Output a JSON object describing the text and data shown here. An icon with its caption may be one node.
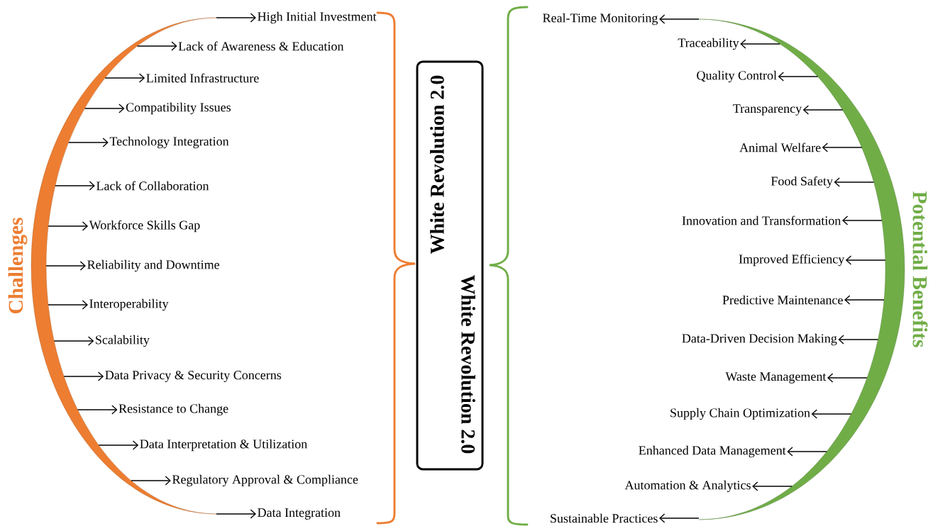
{
  "diagram": {
    "nodes": [
      {
        "text": [
          "Challenges"
        ]
      },
      {
        "text": [
          "High Initial Investment"
        ]
      },
      {
        "text": [
          "Lack of Awareness & Education"
        ]
      },
      {
        "text": [
          "Limited Infrastructure"
        ]
      },
      {
        "text": [
          "Compatibility Issues"
        ]
      },
      {
        "text": [
          "Technology Integration"
        ]
      },
      {
        "text": [
          "Lack of Collaboration"
        ]
      },
      {
        "text": [
          "Workforce Skills Gap"
        ]
      },
      {
        "text": [
          "Reliability and Downtime"
        ]
      },
      {
        "text": [
          "Interoperability"
        ]
      },
      {
        "text": [
          "Scalability"
        ]
      },
      {
        "text": [
          "Data Privacy & Security Concerns"
        ]
      },
      {
        "text": [
          "Resistance to Change"
        ]
      },
      {
        "text": [
          "Data Interpretation & Utilization"
        ]
      },
      {
        "text": [
          "Regulatory Approval & Compliance"
        ]
      },
      {
        "text": [
          "Data Integration"
        ]
      },
      {
        "text": [
          "White Revolution 2.0",
          "White Revolution 2.0"
        ]
      },
      {
        "text": [
          "Potential Benefits"
        ]
      },
      {
        "text": [
          "Real-Time Monitoring"
        ]
      },
      {
        "text": [
          "Traceability"
        ]
      },
      {
        "text": [
          "Quality Control"
        ]
      },
      {
        "text": [
          "Transparency"
        ]
      },
      {
        "text": [
          "Animal Welfare"
        ]
      },
      {
        "text": [
          "Food Safety"
        ]
      },
      {
        "text": [
          "Innovation and Transformation"
        ]
      },
      {
        "text": [
          "Improved Efficiency"
        ]
      },
      {
        "text": [
          "Predictive Maintenance"
        ]
      },
      {
        "text": [
          "Data-Driven Decision Making"
        ]
      },
      {
        "text": [
          "Waste Management"
        ]
      },
      {
        "text": [
          "Supply Chain Optimization"
        ]
      },
      {
        "text": [
          "Enhanced Data Management"
        ]
      },
      {
        "text": [
          "Automation & Analytics"
        ]
      },
      {
        "text": [
          "Sustainable Practices"
        ]
      }
    ],
    "edges": [
      {
        "from": 0,
        "to": 1,
        "arrow": "to"
      },
      {
        "from": 0,
        "to": 2,
        "arrow": "to"
      },
      {
        "from": 0,
        "to": 3,
        "arrow": "to"
      },
      {
        "from": 0,
        "to": 4,
        "arrow": "to"
      },
      {
        "from": 0,
        "to": 5,
        "arrow": "to"
      },
      {
        "from": 0,
        "to": 6,
        "arrow": "to"
      },
      {
        "from": 0,
        "to": 7,
        "arrow": "to"
      },
      {
        "from": 0,
        "to": 8,
        "arrow": "to"
      },
      {
        "from": 0,
        "to": 9,
        "arrow": "to"
      },
      {
        "from": 0,
        "to": 10,
        "arrow": "to"
      },
      {
        "from": 0,
        "to": 11,
        "arrow": "to"
      },
      {
        "from": 0,
        "to": 12,
        "arrow": "to"
      },
      {
        "from": 0,
        "to": 13,
        "arrow": "to"
      },
      {
        "from": 0,
        "to": 14,
        "arrow": "to"
      },
      {
        "from": 0,
        "to": 15,
        "arrow": "to"
      },
      {
        "from": 17,
        "to": 18,
        "arrow": "to"
      },
      {
        "from": 17,
        "to": 19,
        "arrow": "to"
      },
      {
        "from": 17,
        "to": 20,
        "arrow": "to"
      },
      {
        "from": 17,
        "to": 21,
        "arrow": "to"
      },
      {
        "from": 17,
        "to": 22,
        "arrow": "to"
      },
      {
        "from": 17,
        "to": 23,
        "arrow": "to"
      },
      {
        "from": 17,
        "to": 24,
        "arrow": "to"
      },
      {
        "from": 17,
        "to": 25,
        "arrow": "to"
      },
      {
        "from": 17,
        "to": 26,
        "arrow": "to"
      },
      {
        "from": 17,
        "to": 27,
        "arrow": "to"
      },
      {
        "from": 17,
        "to": 28,
        "arrow": "to"
      },
      {
        "from": 17,
        "to": 29,
        "arrow": "to"
      },
      {
        "from": 17,
        "to": 30,
        "arrow": "to"
      },
      {
        "from": 17,
        "to": 31,
        "arrow": "to"
      },
      {
        "from": 17,
        "to": 32,
        "arrow": "to"
      }
    ]
  }
}
